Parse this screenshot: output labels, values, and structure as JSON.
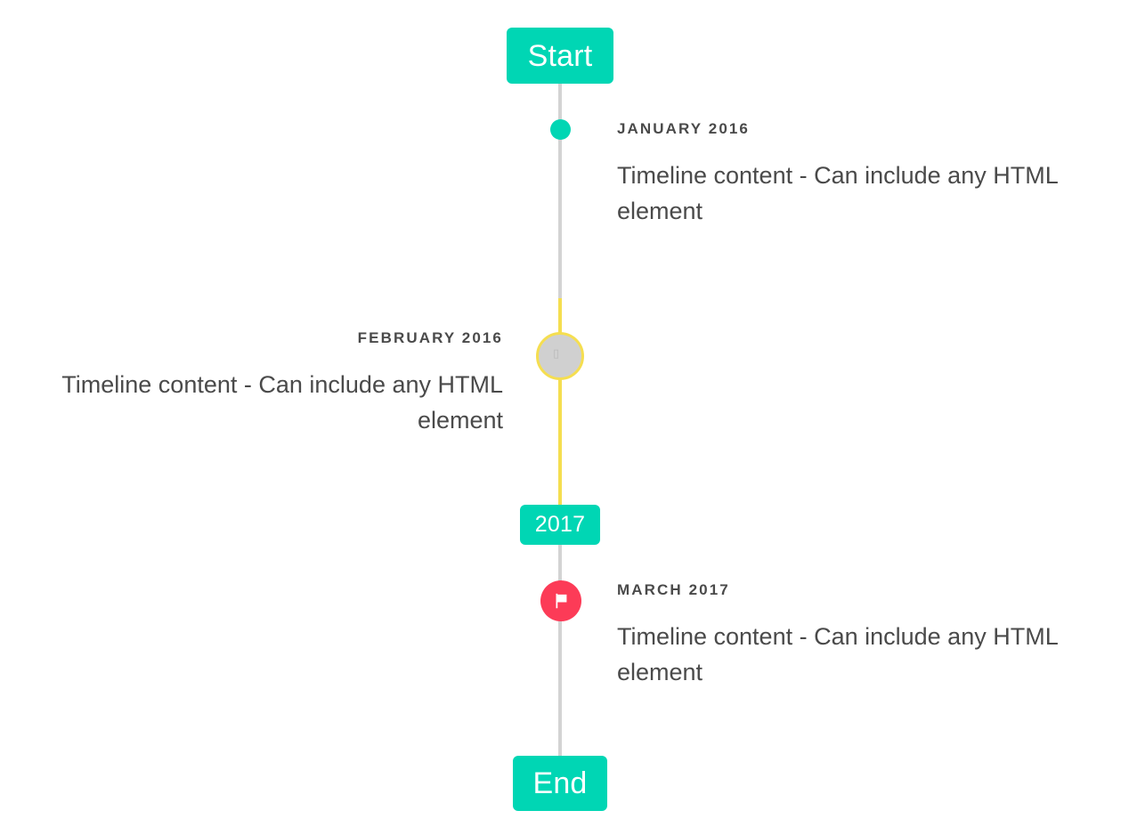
{
  "colors": {
    "accent_teal": "#00D6B4",
    "accent_yellow": "#F5DE50",
    "accent_pink": "#FC3B57",
    "rail_gray": "#D3D3D3",
    "marker_gray": "#D0D0D0",
    "text": "#4A4A4A",
    "background": "#FFFFFF"
  },
  "timeline": {
    "start_badge": {
      "label": "Start",
      "icon": "none"
    },
    "year_badge": {
      "label": "2017",
      "icon": "none"
    },
    "end_badge": {
      "label": "End",
      "icon": "none"
    },
    "entries": [
      {
        "date": "JANUARY 2016",
        "content": "Timeline content - Can include any HTML element",
        "side": "right",
        "marker": "dot-marker",
        "marker_color": "#00D6B4"
      },
      {
        "date": "FEBRUARY 2016",
        "content": "Timeline content - Can include any HTML element",
        "side": "left",
        "marker": "broken-image-icon",
        "marker_color": "#D0D0D0",
        "marker_ring_color": "#F5DE50"
      },
      {
        "date": "MARCH 2017",
        "content": "Timeline content - Can include any HTML element",
        "side": "right",
        "marker": "flag-icon",
        "marker_color": "#FC3B57"
      }
    ]
  }
}
